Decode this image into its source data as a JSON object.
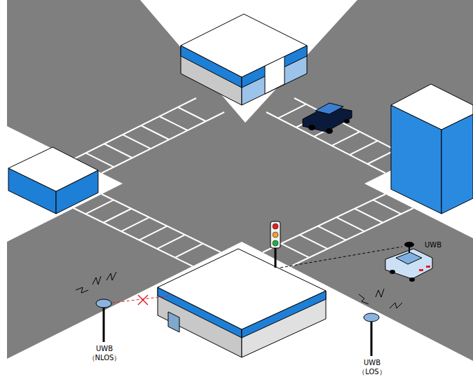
{
  "diagram": {
    "labels": [
      "UWB",
      "UWB （NLOS）",
      "UWB （LOS）"
    ]
  }
}
